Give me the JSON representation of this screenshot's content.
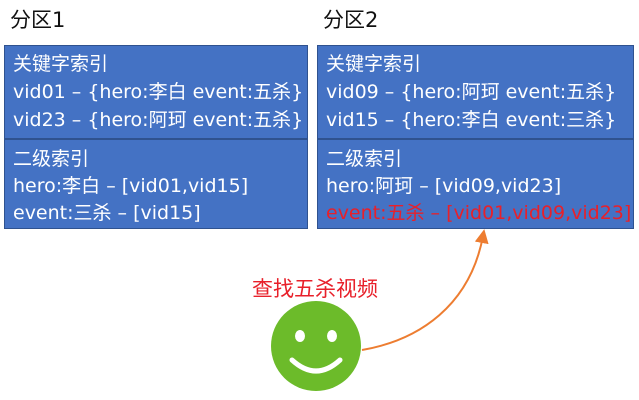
{
  "partitions": [
    {
      "title": "分区1",
      "primary": {
        "heading": "关键字索引",
        "rows": [
          "vid01 – {hero:李白 event:五杀}",
          "vid23 – {hero:阿珂 event:五杀}"
        ]
      },
      "secondary": {
        "heading": "二级索引",
        "rows": [
          "hero:李白 – [vid01,vid15]",
          "event:三杀 – [vid15]"
        ]
      }
    },
    {
      "title": "分区2",
      "primary": {
        "heading": "关键字索引",
        "rows": [
          "vid09 – {hero:阿珂 event:五杀}",
          "vid15 – {hero:李白 event:三杀}"
        ]
      },
      "secondary": {
        "heading": "二级索引",
        "rows": [
          "hero:阿珂 – [vid09,vid23]",
          "event:五杀 – [vid01,vid09,vid23]"
        ]
      }
    }
  ],
  "query": {
    "label": "查找五杀视频"
  },
  "colors": {
    "box_fill": "#4472c4",
    "box_border": "#2f528f",
    "highlight": "#e8202a",
    "smiley_fill": "#6cbb2a",
    "arrow": "#ed7d31"
  }
}
